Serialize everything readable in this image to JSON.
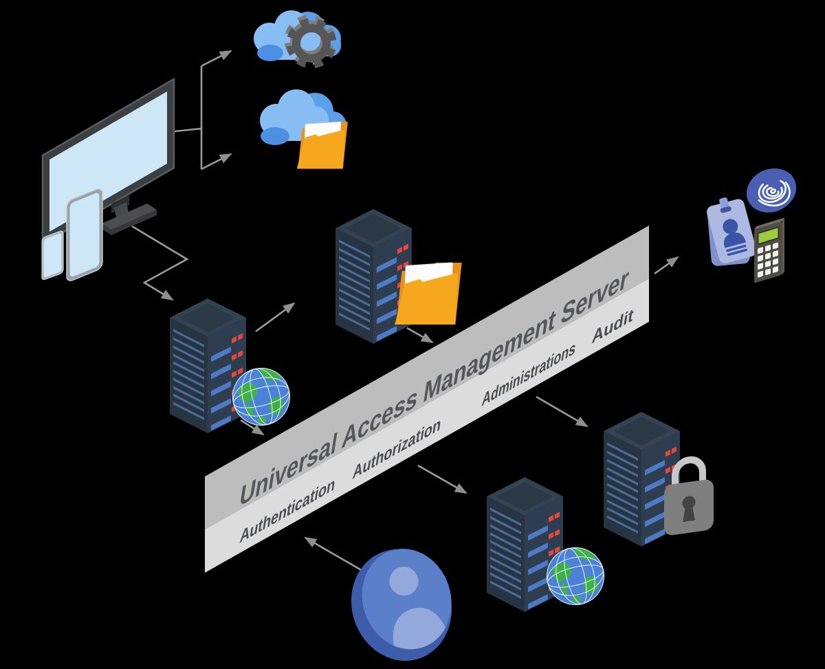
{
  "banner": {
    "title": "Universal Access Management Server",
    "functions": [
      "Authentication",
      "Authorization",
      "Administrations",
      "Audit"
    ],
    "band_dark_color": "#bdbdbd",
    "band_light_color": "#dcdcdc",
    "text_color": "#55565a"
  },
  "icons": [
    {
      "name": "client-devices-icon",
      "desc": "monitor with tablet and phone"
    },
    {
      "name": "cloud-gear-icon",
      "desc": "cloud service with gear"
    },
    {
      "name": "cloud-folder-icon",
      "desc": "cloud storage with folder"
    },
    {
      "name": "server-globe-icon",
      "desc": "web server with globe"
    },
    {
      "name": "server-folder-icon",
      "desc": "file server with folder"
    },
    {
      "name": "server-globe-2-icon",
      "desc": "application server with globe"
    },
    {
      "name": "server-lock-icon",
      "desc": "secured server with padlock"
    },
    {
      "name": "user-icon",
      "desc": "user avatar in circle"
    },
    {
      "name": "id-badge-icon",
      "desc": "identity badge"
    },
    {
      "name": "fingerprint-icon",
      "desc": "fingerprint biometric"
    },
    {
      "name": "keypad-token-icon",
      "desc": "pin keypad token"
    }
  ],
  "colors": {
    "background": "#000000",
    "server_front": "#2e3d4f",
    "server_side": "#273543",
    "server_slot_blue": "#4e7ac5",
    "server_led_red": "#e8463d",
    "cloud_blue": "#87bdf2",
    "cloud_blue_dark": "#5d9ee9",
    "folder_orange": "#f6a71e",
    "globe_ocean": "#4b82d8",
    "globe_land": "#3fae4c",
    "device_screen_blue": "#cde7f7",
    "arrow_gray": "#9b9b9b",
    "user_blue": "#5b80c9",
    "badge_blue": "#aeb9e2",
    "lock_gray": "#808080"
  }
}
